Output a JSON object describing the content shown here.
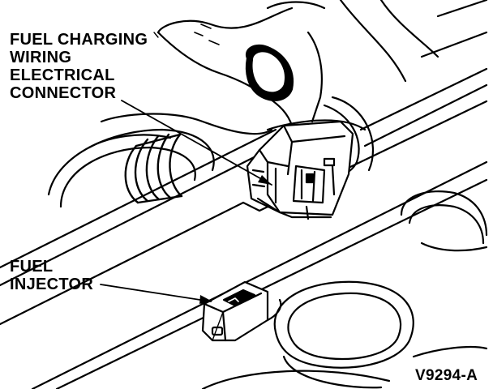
{
  "labels": {
    "fuel_charging_connector": {
      "lines": [
        "FUEL CHARGING",
        "WIRING",
        "ELECTRICAL",
        "CONNECTOR"
      ]
    },
    "fuel_injector": {
      "lines": [
        "FUEL",
        "INJECTOR"
      ]
    },
    "figure_code": "V9294-A"
  },
  "colors": {
    "ink": "#000000",
    "paper": "#ffffff"
  }
}
